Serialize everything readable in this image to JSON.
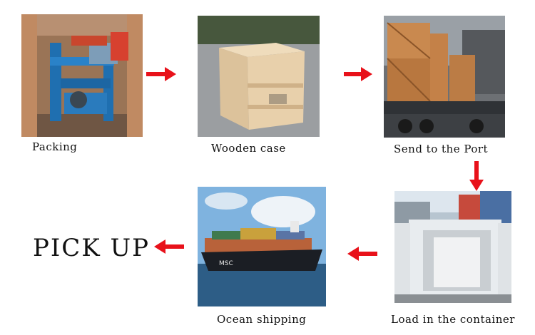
{
  "steps": {
    "packing": {
      "caption": "Packing"
    },
    "wooden_case": {
      "caption": "Wooden case"
    },
    "send_to_port": {
      "caption": "Send to the Port"
    },
    "load_container": {
      "caption": "Load in the container"
    },
    "ocean_shipping": {
      "caption": "Ocean shipping",
      "ship_hull_text": "MSC"
    },
    "pick_up": {
      "label": "PICK UP"
    }
  },
  "colors": {
    "arrow": "#e8111a",
    "text": "#111111"
  }
}
